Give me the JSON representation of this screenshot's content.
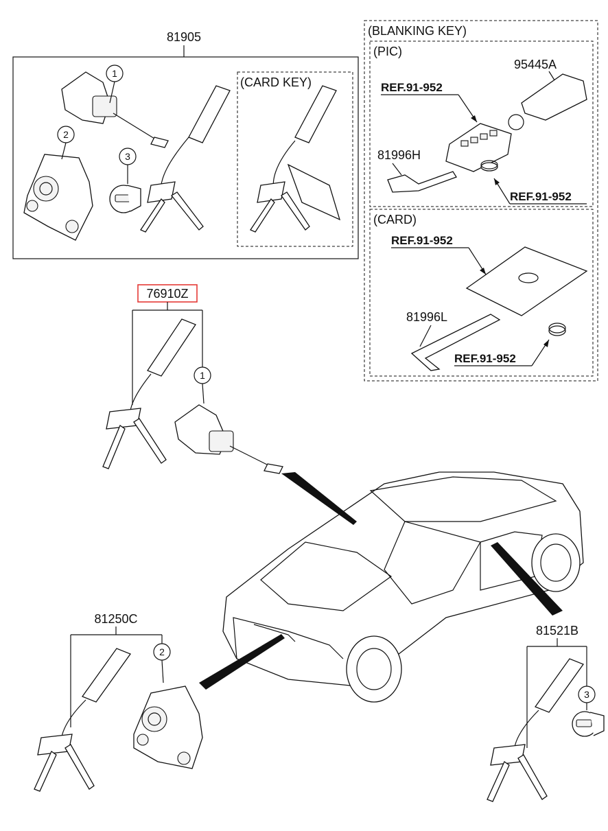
{
  "labels": {
    "top_assembly": "81905",
    "card_key_group": "(CARD KEY)",
    "blanking_key_group": "(BLANKING KEY)",
    "pic_group": "(PIC)",
    "card_group": "(CARD)",
    "part_95445A": "95445A",
    "part_81996H": "81996H",
    "part_81996L": "81996L",
    "part_76910Z": "76910Z",
    "part_81250C": "81250C",
    "part_81521B": "81521B",
    "ref_1": "REF.91-952",
    "ref_2": "REF.91-952",
    "ref_3": "REF.91-952",
    "ref_4": "REF.91-952"
  },
  "callouts": {
    "c1": "1",
    "c2": "2",
    "c3": "3"
  },
  "colors": {
    "highlight_box": "#e53935",
    "line": "#111111"
  }
}
